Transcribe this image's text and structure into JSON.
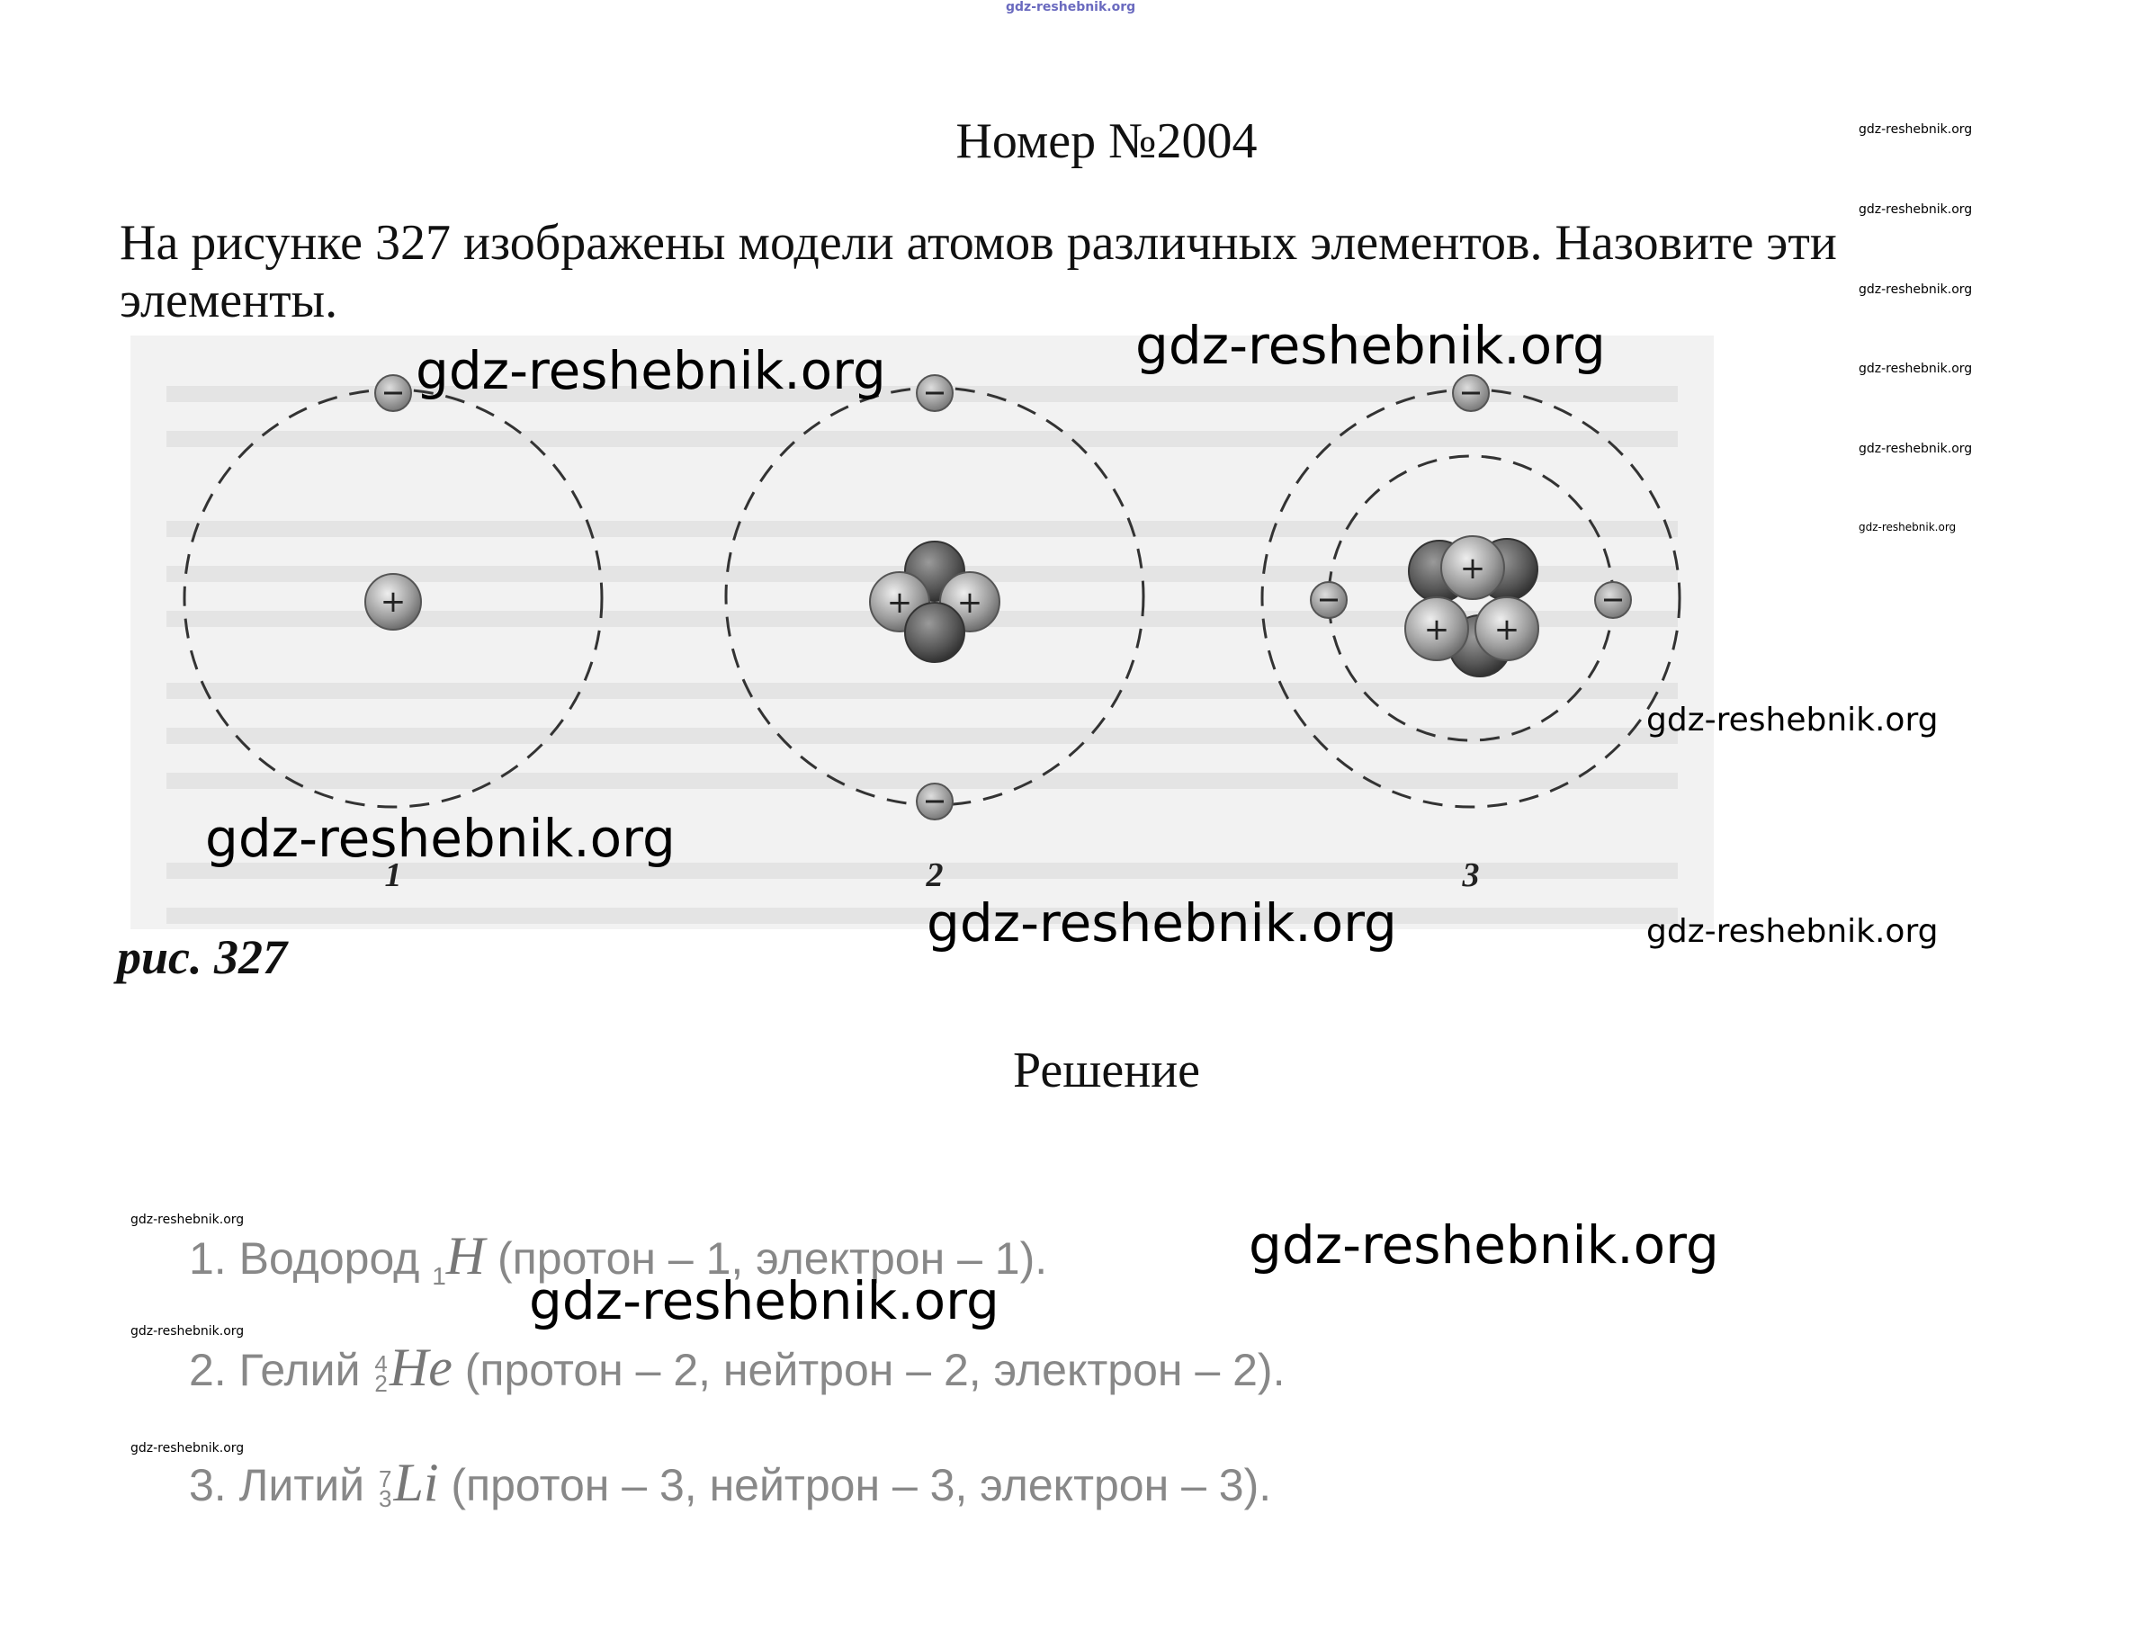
{
  "header_watermark": "gdz-reshebnik.org",
  "title": "Номер №2004",
  "task_text": "На рисунке 327 изображены модели атомов различных элементов. Назовите эти элементы.",
  "figure": {
    "atom_labels": [
      "1",
      "2",
      "3"
    ],
    "caption": "рис. 327"
  },
  "solution_heading": "Решение",
  "answers": [
    {
      "prefix": "1. Водород ",
      "sub": "1",
      "symbol": "H",
      "suffix": " (протон – 1, электрон – 1)."
    },
    {
      "prefix": "2. Гелий ",
      "mass": "4",
      "number": "2",
      "symbol": "He",
      "suffix": " (протон – 2, нейтрон – 2, электрон – 2)."
    },
    {
      "prefix": "3. Литий ",
      "mass": "7",
      "number": "3",
      "symbol": "Li",
      "suffix": " (протон – 3, нейтрон – 3, электрон – 3)."
    }
  ],
  "watermark": "gdz-reshebnik.org",
  "colors": {
    "text": "#111111",
    "figure_bg": "#f2f2f2",
    "answer_gray": "#888888"
  }
}
